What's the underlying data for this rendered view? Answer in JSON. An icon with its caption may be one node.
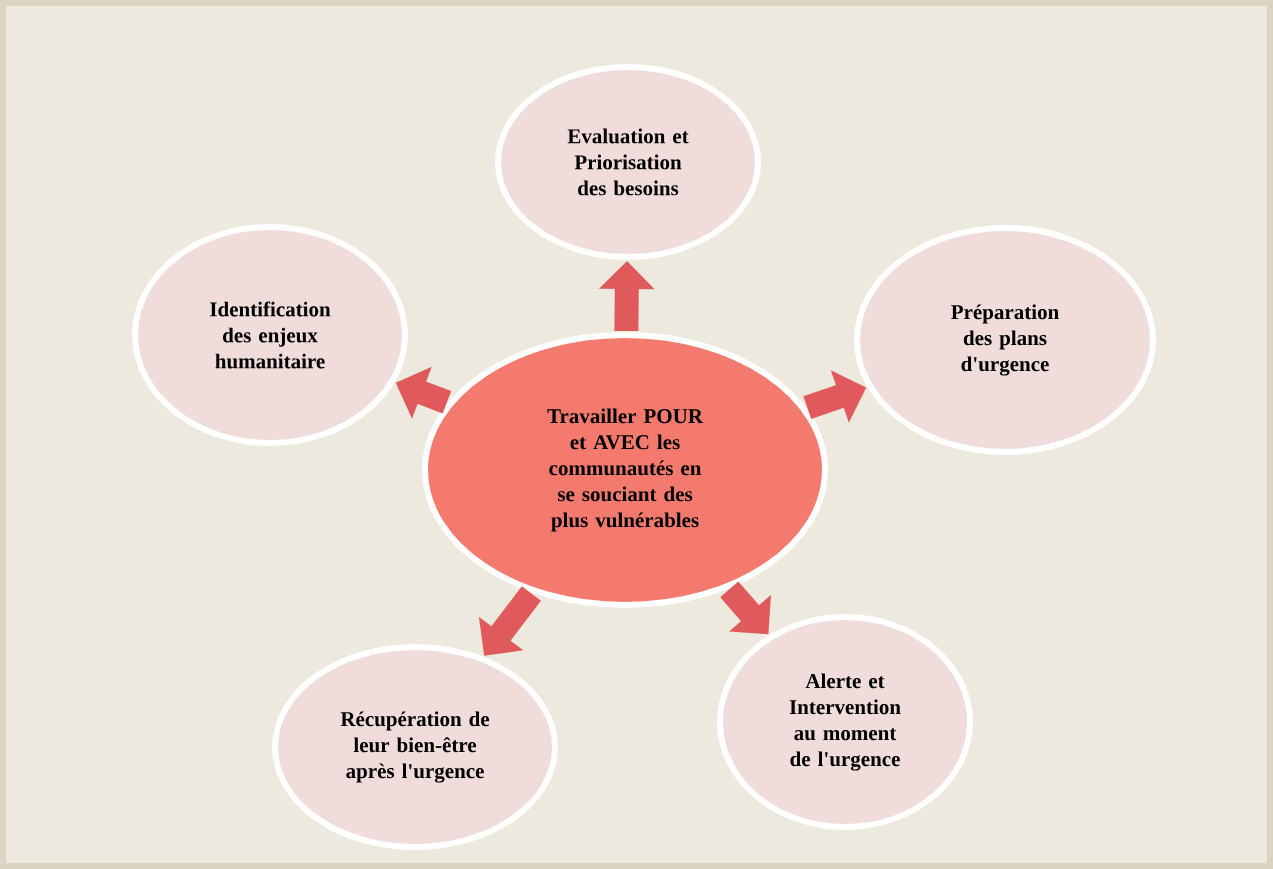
{
  "diagram": {
    "nodes": [
      {
        "text": [
          "Travailler POUR et AVEC les communautés en se souciant des plus vulnérables"
        ]
      },
      {
        "text": [
          "Evaluation et Priorisation des besoins"
        ]
      },
      {
        "text": [
          "Préparation des plans d'urgence"
        ]
      },
      {
        "text": [
          "Alerte et Intervention au moment de l'urgence"
        ]
      },
      {
        "text": [
          "Récupération de leur bien-être après l'urgence"
        ]
      },
      {
        "text": [
          "Identification des enjeux humanitaire"
        ]
      }
    ],
    "edges": [
      {
        "from": 0,
        "to": 1,
        "arrow": "to"
      },
      {
        "from": 0,
        "to": 2,
        "arrow": "to"
      },
      {
        "from": 0,
        "to": 3,
        "arrow": "to"
      },
      {
        "from": 0,
        "to": 4,
        "arrow": "to"
      },
      {
        "from": 0,
        "to": 5,
        "arrow": "to"
      }
    ]
  }
}
